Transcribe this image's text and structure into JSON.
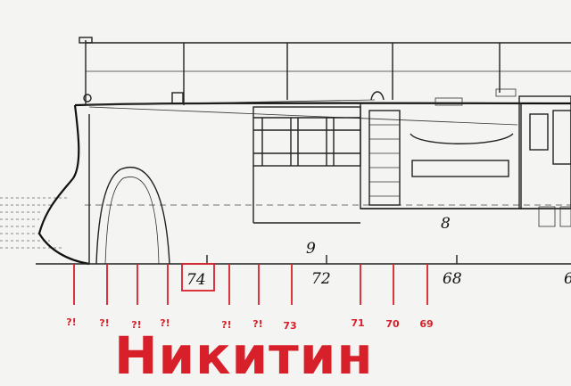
{
  "drawing": {
    "hull_numbers": [
      "9",
      "8"
    ],
    "frame_numbers": [
      "74",
      "72",
      "68",
      "6"
    ]
  },
  "markers": {
    "labels": [
      "?!",
      "?!",
      "?!",
      "?!",
      "?!",
      "?!",
      "73",
      "71",
      "70",
      "69"
    ]
  },
  "title": "Никитин",
  "colors": {
    "annotation": "#d8202a",
    "ink": "#222222",
    "paper": "#f4f4f2"
  }
}
